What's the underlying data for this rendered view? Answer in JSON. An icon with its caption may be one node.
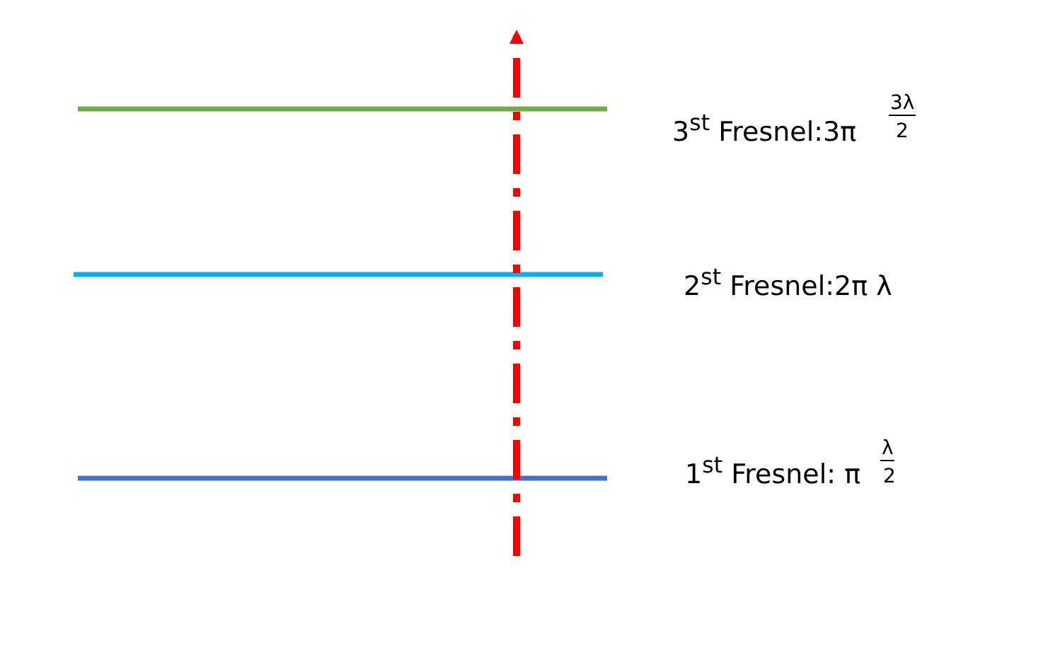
{
  "diagram": {
    "labels": [
      "3$^{st}$ Fresnel:3π",
      "3λ",
      "2",
      "2$^{st}$ Fresnel:2π λ",
      "1$^{st}$ Fresnel: π",
      "λ",
      "2"
    ]
  }
}
